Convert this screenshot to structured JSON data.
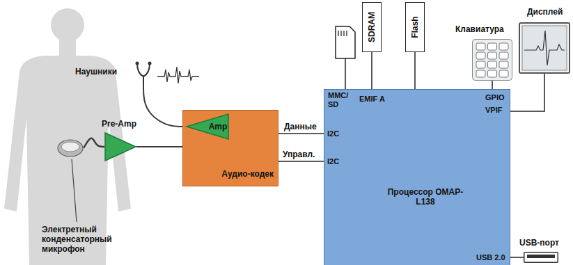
{
  "diagram": {
    "nodes": [
      {
        "text": [
          "Pre-Amp"
        ]
      },
      {
        "text": [
          "Аудио-кодек"
        ]
      },
      {
        "text": [
          "Amp"
        ],
        "in": 1
      },
      {
        "text": [
          "Наушники"
        ]
      },
      {
        "text": [
          "Электретный конденсаторный микрофон"
        ]
      },
      {
        "text": [
          "Процессор OMAP-L138"
        ]
      },
      {
        "text": [
          "SDRAM"
        ]
      },
      {
        "text": [
          "Flash"
        ]
      },
      {
        "text": [
          "Клавиатура"
        ]
      },
      {
        "text": [
          "Дисплей"
        ]
      },
      {
        "text": [
          "USB-порт"
        ]
      }
    ],
    "edges": [
      {
        "from": 4,
        "to": 0,
        "arrow": "none"
      },
      {
        "from": 0,
        "to": 1,
        "arrow": "none"
      },
      {
        "from": 2,
        "to": 3,
        "arrow": "none"
      },
      {
        "from": 1,
        "to": 5,
        "label": "Данные",
        "arrow": "none"
      },
      {
        "from": 1,
        "to": 5,
        "label": "Управл.",
        "arrow": "none"
      },
      {
        "from": 6,
        "to": 5,
        "arrow": "none"
      },
      {
        "from": 7,
        "to": 5,
        "arrow": "none"
      },
      {
        "from": 8,
        "to": 5,
        "arrow": "none"
      },
      {
        "from": 9,
        "to": 5,
        "arrow": "none"
      },
      {
        "from": 5,
        "to": 10,
        "arrow": "none"
      }
    ],
    "labels": [
      "MMC/ SD",
      "EMIF A",
      "GPIO",
      "VPIF",
      "I2C",
      "I2C",
      "USB 2.0"
    ]
  }
}
